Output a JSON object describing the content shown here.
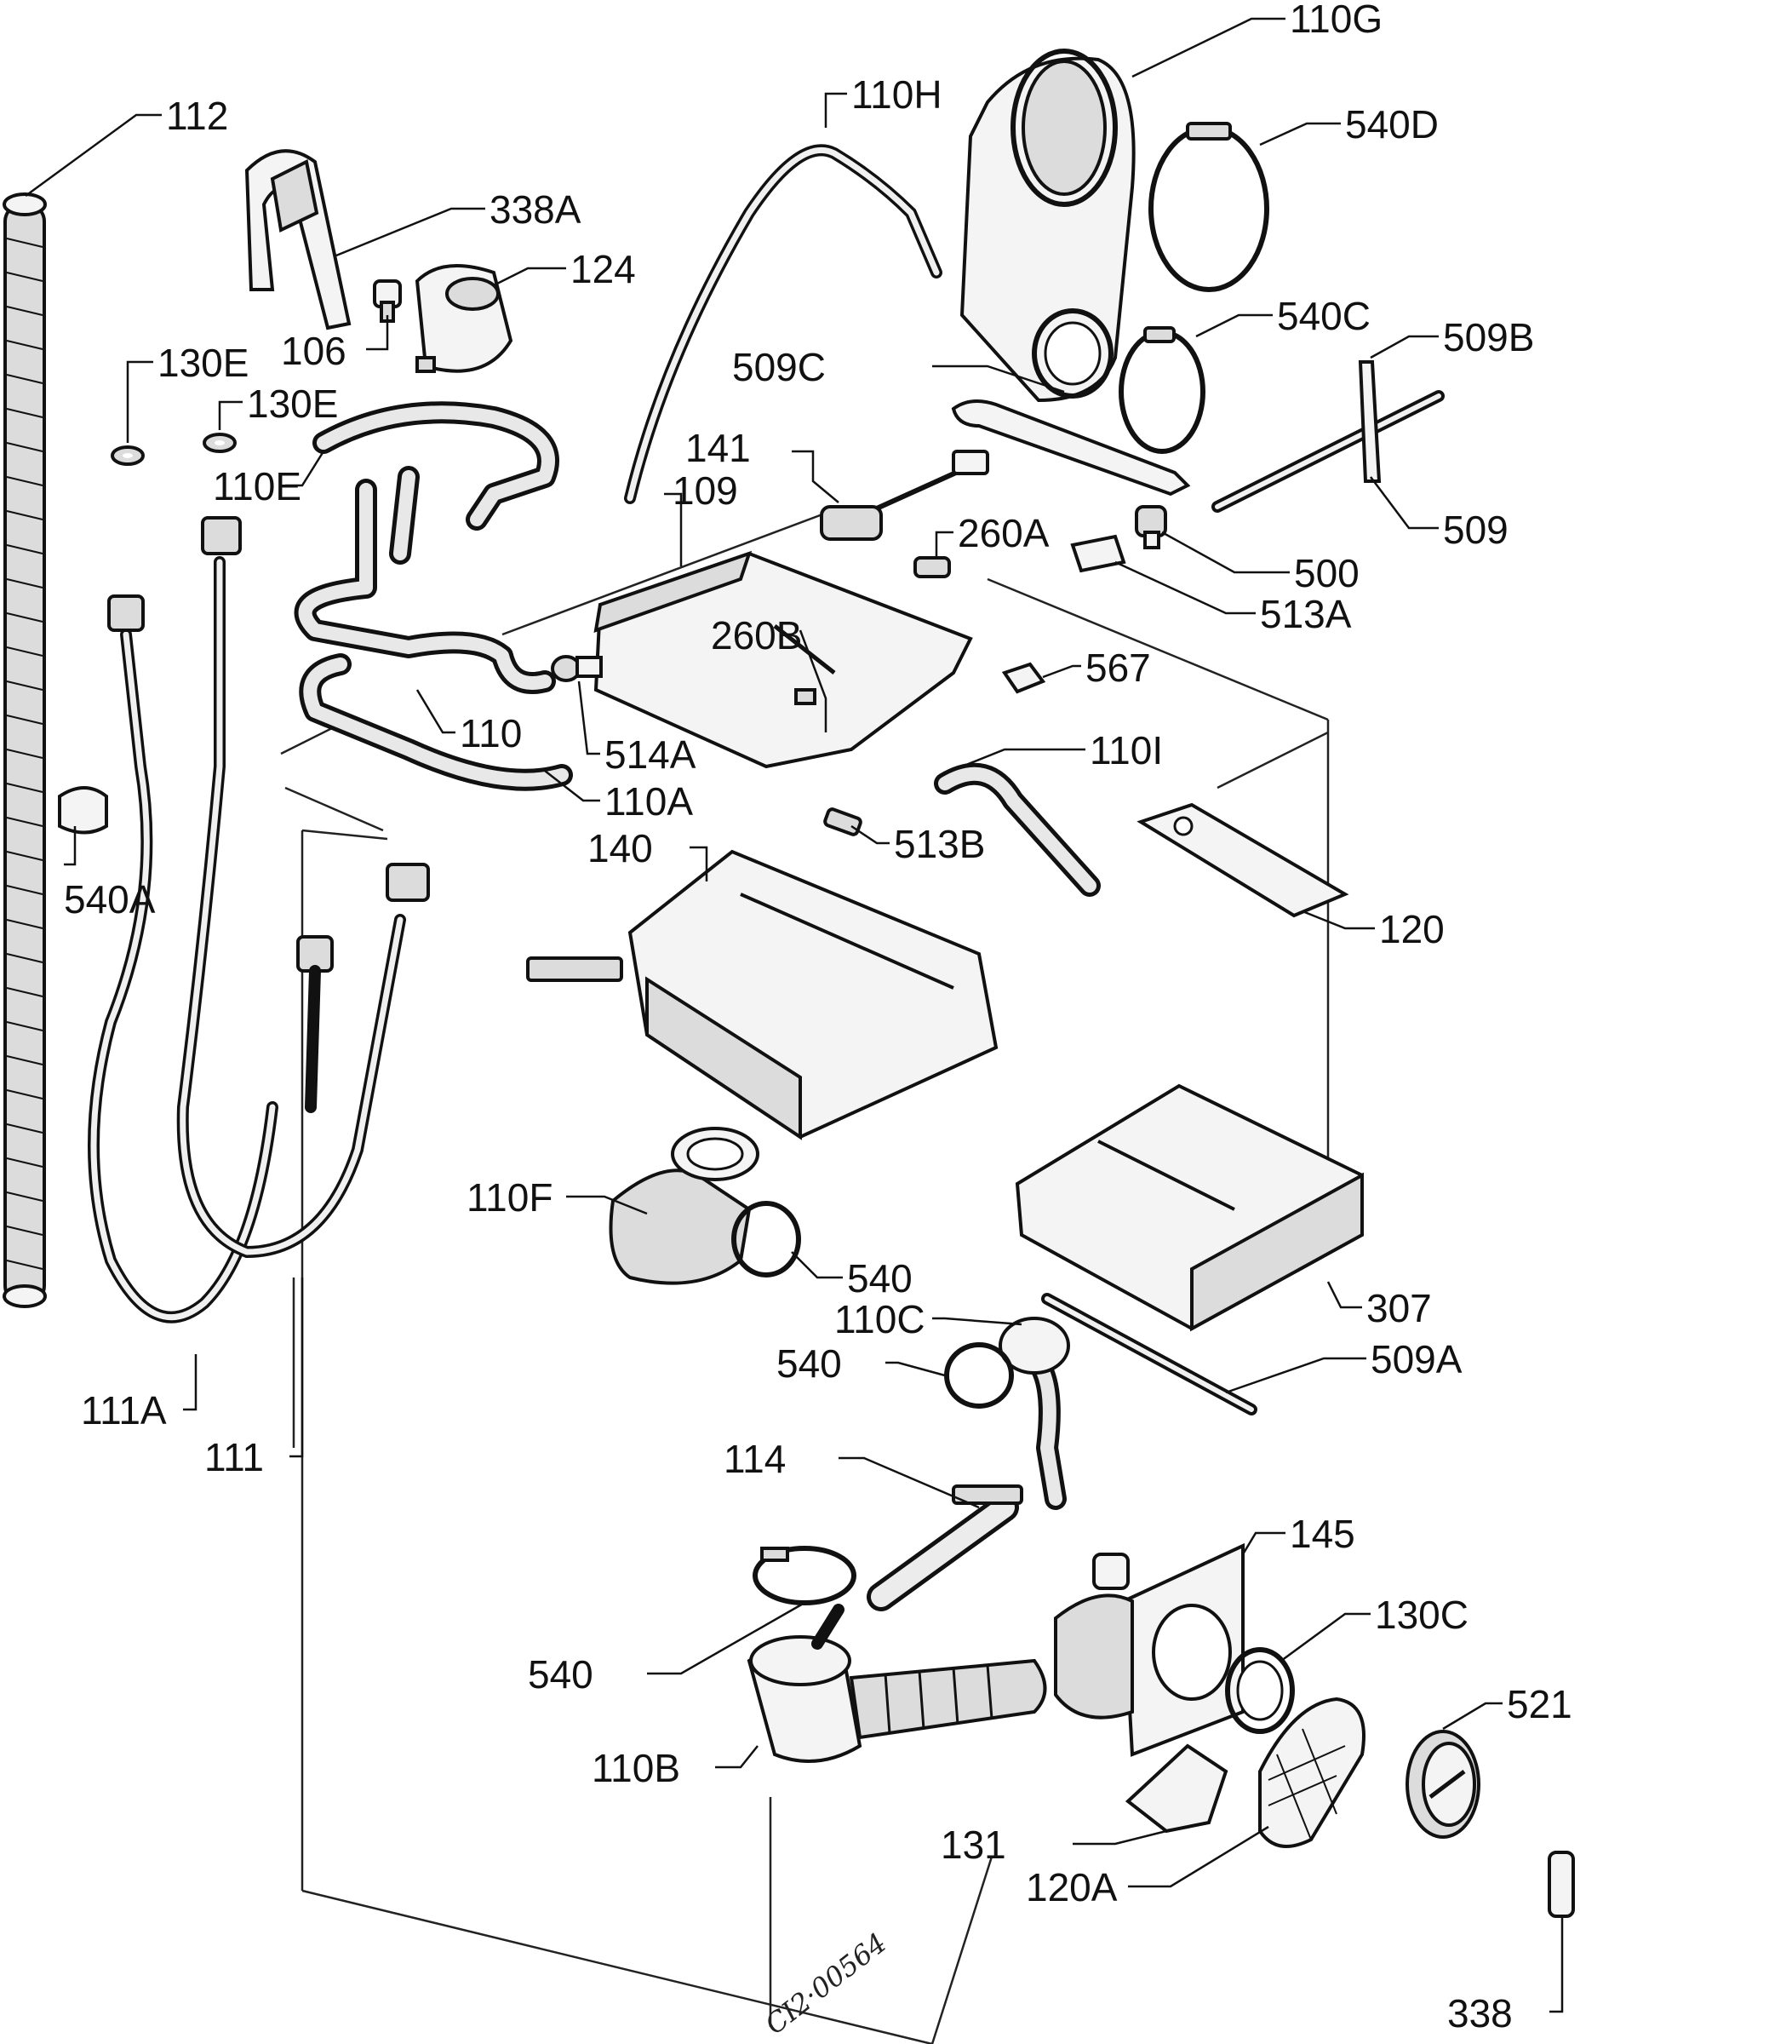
{
  "diagram": {
    "labels": {
      "l112": "112",
      "l338a": "338A",
      "l124": "124",
      "l106": "106",
      "l130e_1": "130E",
      "l130e_2": "130E",
      "l110e": "110E",
      "l110h": "110H",
      "l110g": "110G",
      "l540d": "540D",
      "l540c": "540C",
      "l509c": "509C",
      "l509b": "509B",
      "l509": "509",
      "l141": "141",
      "l109": "109",
      "l260a": "260A",
      "l500": "500",
      "l513a": "513A",
      "l260b": "260B",
      "l567": "567",
      "l110": "110",
      "l514a": "514A",
      "l110a": "110A",
      "l110i": "110I",
      "l540a": "540A",
      "l513b": "513B",
      "l140": "140",
      "l120": "120",
      "l110f": "110F",
      "l540_1": "540",
      "l307": "307",
      "l110c": "110C",
      "l540_2": "540",
      "l509a": "509A",
      "l111a": "111A",
      "l111": "111",
      "l114": "114",
      "l145": "145",
      "l130c": "130C",
      "l540_3": "540",
      "l521": "521",
      "l110b": "110B",
      "l131": "131",
      "l120a": "120A",
      "l338": "338"
    },
    "stamp": "CI2·00564"
  }
}
